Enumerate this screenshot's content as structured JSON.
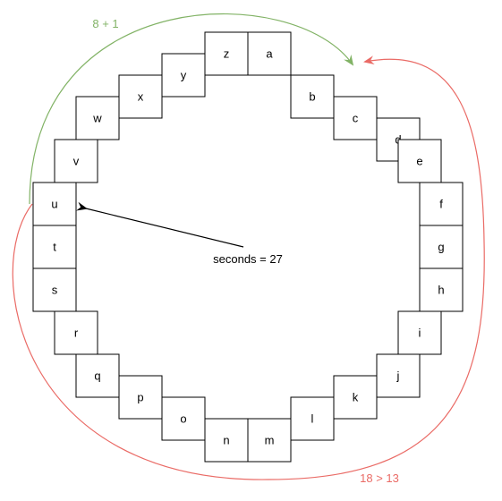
{
  "diagram": {
    "letters": [
      "a",
      "b",
      "c",
      "d",
      "e",
      "f",
      "g",
      "h",
      "i",
      "j",
      "k",
      "l",
      "m",
      "n",
      "o",
      "p",
      "q",
      "r",
      "s",
      "t",
      "u",
      "v",
      "w",
      "x",
      "y",
      "z"
    ],
    "center_label": "seconds = 27",
    "green_label": "8 + 1",
    "red_label": "18 > 13",
    "colors": {
      "box_stroke": "#000000",
      "green": "#82b366",
      "red": "#ea6b66",
      "text": "#000000"
    }
  }
}
